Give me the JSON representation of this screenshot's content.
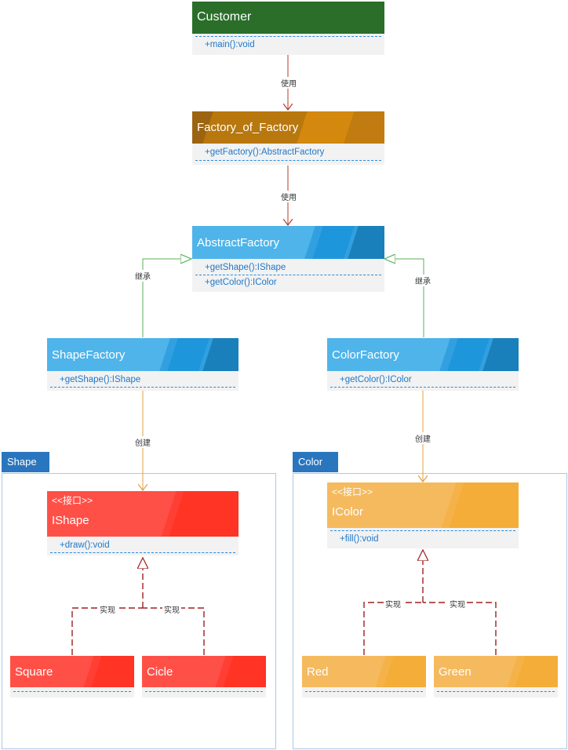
{
  "nodes": {
    "customer": {
      "title": "Customer",
      "members": [
        "+main():void"
      ]
    },
    "factory_of_factory": {
      "title": "Factory_of_Factory",
      "members": [
        "+getFactory():AbstractFactory"
      ]
    },
    "abstract_factory": {
      "title": "AbstractFactory",
      "members": [
        "+getShape():IShape",
        "+getColor():IColor"
      ]
    },
    "shape_factory": {
      "title": "ShapeFactory",
      "members": [
        "+getShape():IShape"
      ]
    },
    "color_factory": {
      "title": "ColorFactory",
      "members": [
        "+getColor():IColor"
      ]
    },
    "ishape": {
      "stereotype": "<<接口>>",
      "title": "IShape",
      "members": [
        "+draw():void"
      ]
    },
    "icolor": {
      "stereotype": "<<接口>>",
      "title": "IColor",
      "members": [
        "+fill():void"
      ]
    },
    "square": {
      "title": "Square"
    },
    "cicle": {
      "title": "Cicle"
    },
    "red": {
      "title": "Red"
    },
    "green": {
      "title": "Green"
    }
  },
  "packages": {
    "shape": {
      "label": "Shape"
    },
    "color": {
      "label": "Color"
    }
  },
  "edges": {
    "use_1": "使用",
    "use_2": "使用",
    "inherit_left": "继承",
    "inherit_right": "继承",
    "create_left": "创建",
    "create_right": "创建",
    "impl_square": "实现",
    "impl_cicle": "实现",
    "impl_red": "实现",
    "impl_green": "实现"
  },
  "colors": {
    "customer": "#2a6e2a",
    "factory": "#c07c10",
    "blue": "#32a0e0",
    "red": "#ff3f34",
    "orange": "#f5b248",
    "package_tab": "#2a76be",
    "use_line": "#b83a2a",
    "inherit_line": "#58b058",
    "create_line": "#e0a040",
    "impl_line": "#a02020"
  }
}
